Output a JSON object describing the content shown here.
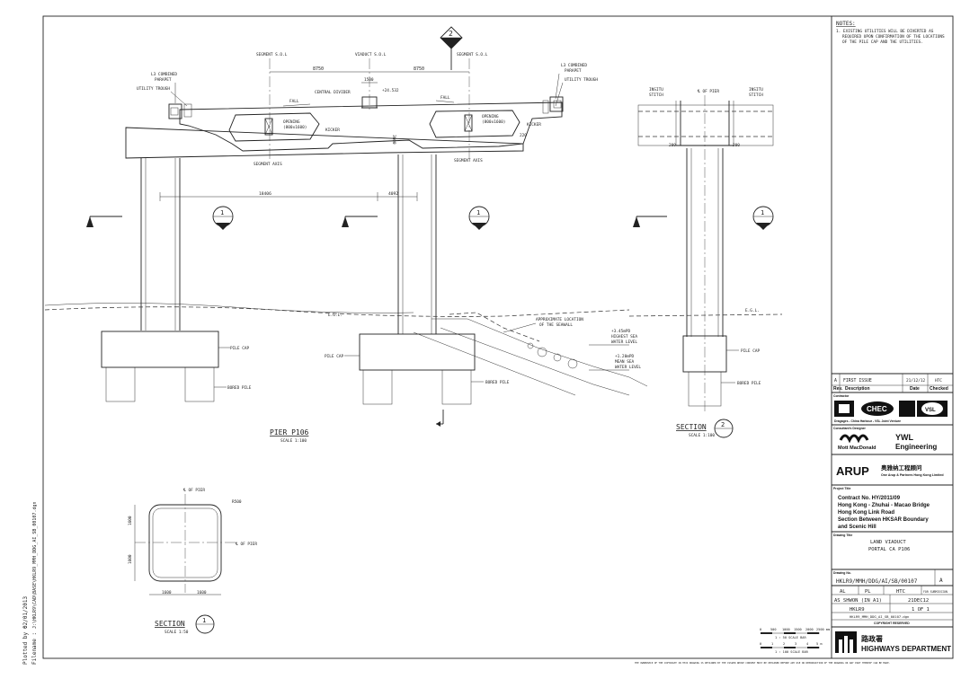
{
  "notes": {
    "heading": "NOTES:",
    "items": [
      "1.  EXISTING UTILITIES WILL BE DIVERTED AS",
      "REQUIRED UPON CONFIRMATION OF THE LOCATIONS",
      "OF THE PILE CAP AND THE UTILITIES."
    ]
  },
  "pier_elevation": {
    "title": "PIER P106",
    "scale": "SCALE 1:100",
    "labels": {
      "segment_sol_left": "SEGMENT S.O.L",
      "viaduct_sol": "VIADUCT S.O.L",
      "segment_sol_right": "SEGMENT S.O.L",
      "dim_8750_left": "8750",
      "dim_8750_right": "8750",
      "dim_1500": "1500",
      "level": "+24.532",
      "central_divider": "CENTRAL DIVIDER",
      "fall_left": "FALL",
      "fall_right": "FALL",
      "l3_parapet_left_1": "L3 COMBINED",
      "l3_parapet_left_2": "PARAPET",
      "l3_parapet_right_1": "L3 COMBINED",
      "l3_parapet_right_2": "PARAPET",
      "utility_trough_left": "UTILITY TROUGH",
      "utility_trough_right": "UTILITY TROUGH",
      "opening_left_1": "OPENING",
      "opening_left_2": "(800x1600)",
      "opening_right_1": "OPENING",
      "opening_right_2": "(800x1600)",
      "kicker_left": "KICKER",
      "kicker_right": "KICKER",
      "dim_3600": "3600",
      "dim_220": "220",
      "segment_axis_left": "SEGMENT AXIS",
      "segment_axis_right": "SEGMENT AXIS",
      "dim_18406": "18406",
      "dim_4092": "4092",
      "egl_left": "E.G.L.",
      "seawall_1": "APPROXIMATE LOCATION",
      "seawall_2": "OF THE SEAWALL",
      "hwl_1": "+3.45mPD",
      "hwl_2": "HIGHEST SEA",
      "hwl_3": "WATER LEVEL",
      "mwl_1": "+1.20mPD",
      "mwl_2": "MEAN SEA",
      "mwl_3": "WATER LEVEL",
      "pile_cap_left": "PILE CAP",
      "pile_cap_mid": "PILE CAP",
      "bored_pile_left": "BORED PILE",
      "bored_pile_mid": "BORED PILE",
      "section_marker_top": "2",
      "section_marker_left": "1",
      "section_marker_mid": "1"
    }
  },
  "section_2": {
    "title": "SECTION",
    "number": "2",
    "scale": "SCALE 1:100",
    "labels": {
      "insitu_left_1": "INSITU",
      "insitu_left_2": "STITCH",
      "cl_pier": "℄ OF PIER",
      "insitu_right_1": "INSITU",
      "insitu_right_2": "STITCH",
      "dim_200_left": "200",
      "dim_200_right": "200",
      "egl": "E.G.L.",
      "pile_cap": "PILE CAP",
      "bored_pile": "BORED PILE",
      "marker": "1"
    }
  },
  "section_1": {
    "title": "SECTION",
    "number": "1",
    "scale": "SCALE 1:50",
    "labels": {
      "cl_pier_top": "℄ OF PIER",
      "cl_pier_right": "℄ OF PIER",
      "r500": "R500",
      "dim_1600_a": "1600",
      "dim_1600_b": "1600",
      "dim_1600_c": "1600",
      "dim_1600_d": "1600"
    }
  },
  "plot_info": {
    "plotted_by": "Plotted by :",
    "date": "02/01/2013",
    "filename_label": "Filename :",
    "filename": "J:\\HKLR9\\CAD\\BASE\\HKLR9_MMH_DDG_AI_SB_00107.dgn"
  },
  "title_block": {
    "revision": {
      "rev": "A",
      "description": "FIRST ISSUE",
      "date": "21/12/12",
      "checked": "HTC"
    },
    "rev_headers": {
      "rev": "Rev.",
      "description": "Description",
      "date": "Date",
      "checked": "Checked"
    },
    "contractor_label": "Contractor",
    "joint_venture": "Dragages - China Harbour - VSL Joint Venture",
    "consultant_label": "Consultant's Designer",
    "mott": "Mott MacDonald",
    "ywl_1": "YWL",
    "ywl_2": "Engineering",
    "arup": "ARUP",
    "arup_sub": "One Arup & Partners Hong Kong Limited",
    "arup_cn": "奥雅纳工程顾问",
    "project_label": "Project Title",
    "project_lines": [
      "Contract No. HY/2011/09",
      "Hong Kong - Zhuhai - Macao Bridge",
      "Hong Kong Link Road",
      "Section Between HKSAR Boundary",
      "and Scenic Hill"
    ],
    "drawing_title_label": "Drawing Title",
    "drawing_title_lines": [
      "LAND VIADUCT",
      "PORTAL CA P106"
    ],
    "drawing_no_label": "Drawing No.",
    "drawing_no": "HKLR9/MMH/DDG/AI/SB/00107",
    "rev_current": "A",
    "drawn": "AL",
    "designed": "PL",
    "checked": "HTC",
    "status": "FOR SUBMISSION",
    "scale_text": "AS SHWON (IN A1)",
    "date": "21DEC12",
    "project_code": "HKLR9",
    "sheet": "1 OF 1",
    "cad_file": "HKLR9_MMH_DDG_AI_SB_00107.dgn",
    "copyright": "COPYRIGHT RESERVED",
    "hyd_cn": "路政署",
    "hyd": "HIGHWAYS DEPARTMENT"
  },
  "scale_bar": {
    "ticks_top": [
      "0",
      "500",
      "1000",
      "1500",
      "2000",
      "2500 mm"
    ],
    "label_top": "1 : 50   SCALE BAR",
    "ticks_bottom": [
      "0",
      "1",
      "2",
      "3",
      "4",
      "5 m"
    ],
    "label_bottom": "1 : 100   SCALE BAR"
  },
  "footer": "THE OWNERSHIP OF THE COPYRIGHT IN THIS DRAWING IS RETAINED BY THE ISSUER WHOSE CONSENT MUST BE OBTAINED BEFORE ANY USE OR REPRODUCTION OF THE DRAWING OR ANY PART THEREOF CAN BE MADE."
}
